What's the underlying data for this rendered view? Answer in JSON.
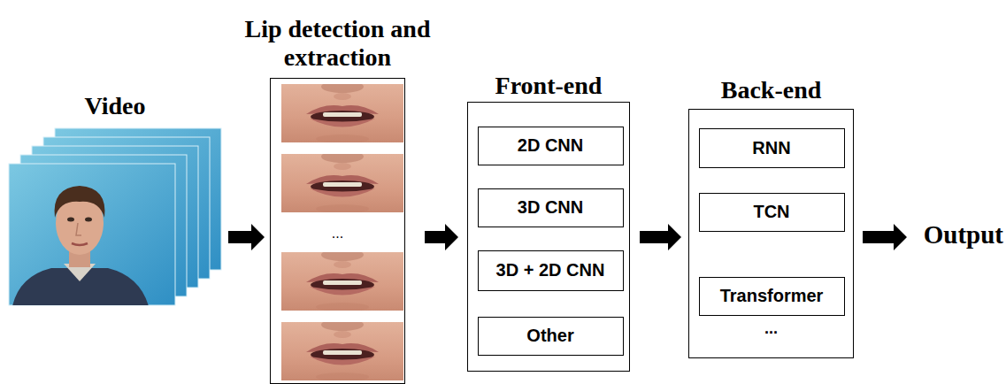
{
  "diagram": {
    "nodes": [
      {
        "text": [
          "Video"
        ]
      },
      {
        "text": [
          "Lip detection and extraction",
          "..."
        ]
      },
      {
        "text": [
          "Front-end"
        ]
      },
      {
        "text": [
          "2D CNN"
        ],
        "in": 2
      },
      {
        "text": [
          "3D CNN"
        ],
        "in": 2
      },
      {
        "text": [
          "3D + 2D CNN"
        ],
        "in": 2
      },
      {
        "text": [
          "Other"
        ],
        "in": 2
      },
      {
        "text": [
          "Back-end",
          "..."
        ]
      },
      {
        "text": [
          "RNN"
        ],
        "in": 7
      },
      {
        "text": [
          "TCN"
        ],
        "in": 7
      },
      {
        "text": [
          "Transformer"
        ],
        "in": 7
      }
    ],
    "edges": [
      {
        "from": 0,
        "to": 1,
        "arrow": "to"
      },
      {
        "from": 1,
        "to": 2,
        "arrow": "to"
      },
      {
        "from": 2,
        "to": 7,
        "arrow": "to"
      }
    ],
    "labels": [
      "Output"
    ]
  }
}
